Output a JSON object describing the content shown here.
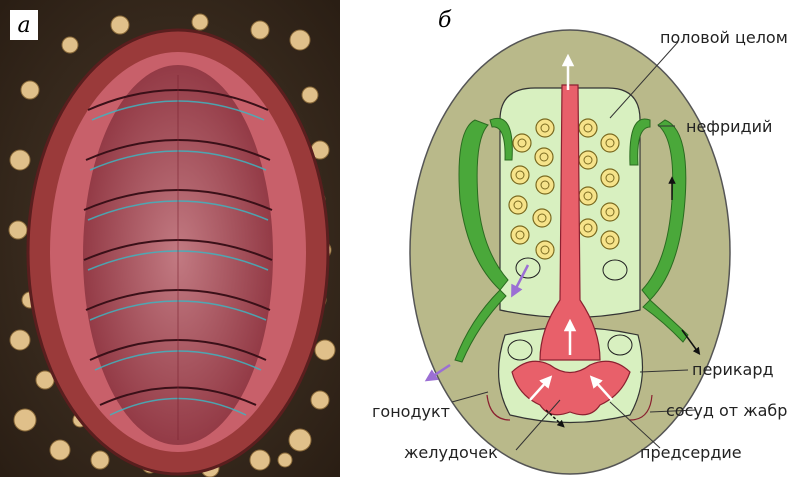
{
  "figure": {
    "panel_a_label": "а",
    "panel_b_label": "б",
    "labels": {
      "genital_coelom": "половой целом",
      "nephridium": "нефридий",
      "pericardium": "перикард",
      "gonoduct": "гонодукт",
      "gill_vessel": "сосуд от жабр",
      "ventricle": "желудочек",
      "atrium": "предсердие"
    }
  },
  "colors": {
    "body_outer": "#b9b98a",
    "coelom_fill": "#d8f0c0",
    "nephridium": "#4aa83a",
    "heart": "#e8606a",
    "gonad": "#f6e38a",
    "arrow_purple": "#9b6fd4"
  }
}
